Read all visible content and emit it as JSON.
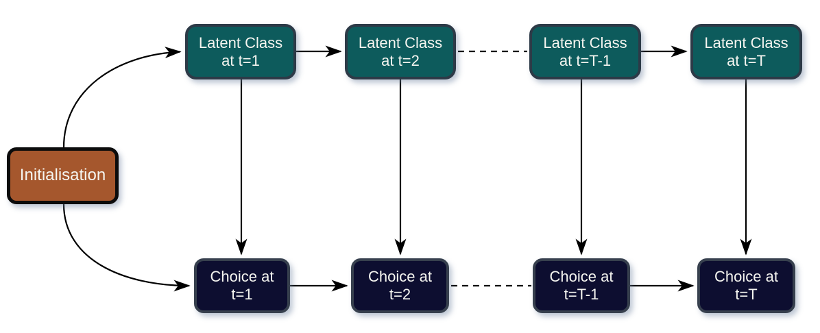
{
  "diagram_type": "latent-class-choice-model-flow",
  "colors": {
    "latent_fill": "#0D5B5C",
    "latent_border": "#2D3A47",
    "choice_fill": "#0D0E30",
    "choice_border": "#37404E",
    "init_fill": "#A5572D",
    "init_border": "#0C0C0C",
    "text": "#F5F5F0",
    "arrow": "#000000",
    "background": "#FFFFFF"
  },
  "nodes": {
    "init": {
      "label": "Initialisation"
    },
    "latent_t1": {
      "line1": "Latent Class",
      "line2": "at t=1"
    },
    "latent_t2": {
      "line1": "Latent Class",
      "line2": "at t=2"
    },
    "latent_tm1": {
      "line1": "Latent Class",
      "line2": "at t=T-1"
    },
    "latent_tT": {
      "line1": "Latent Class",
      "line2": "at t=T"
    },
    "choice_t1": {
      "line1": "Choice at",
      "line2": "t=1"
    },
    "choice_t2": {
      "line1": "Choice at",
      "line2": "t=2"
    },
    "choice_tm1": {
      "line1": "Choice at",
      "line2": "t=T-1"
    },
    "choice_tT": {
      "line1": "Choice at",
      "line2": "t=T"
    }
  },
  "edges": [
    {
      "from": "init",
      "to": "latent_t1",
      "style": "solid-curve-arrow"
    },
    {
      "from": "init",
      "to": "choice_t1",
      "style": "solid-curve-arrow"
    },
    {
      "from": "latent_t1",
      "to": "latent_t2",
      "style": "solid-arrow"
    },
    {
      "from": "latent_t2",
      "to": "latent_tm1",
      "style": "dashed"
    },
    {
      "from": "latent_tm1",
      "to": "latent_tT",
      "style": "solid-arrow"
    },
    {
      "from": "latent_t1",
      "to": "choice_t1",
      "style": "solid-arrow"
    },
    {
      "from": "latent_t2",
      "to": "choice_t2",
      "style": "solid-arrow"
    },
    {
      "from": "latent_tm1",
      "to": "choice_tm1",
      "style": "solid-arrow"
    },
    {
      "from": "latent_tT",
      "to": "choice_tT",
      "style": "solid-arrow"
    },
    {
      "from": "choice_t1",
      "to": "choice_t2",
      "style": "solid-arrow"
    },
    {
      "from": "choice_t2",
      "to": "choice_tm1",
      "style": "dashed"
    },
    {
      "from": "choice_tm1",
      "to": "choice_tT",
      "style": "solid-arrow"
    }
  ]
}
